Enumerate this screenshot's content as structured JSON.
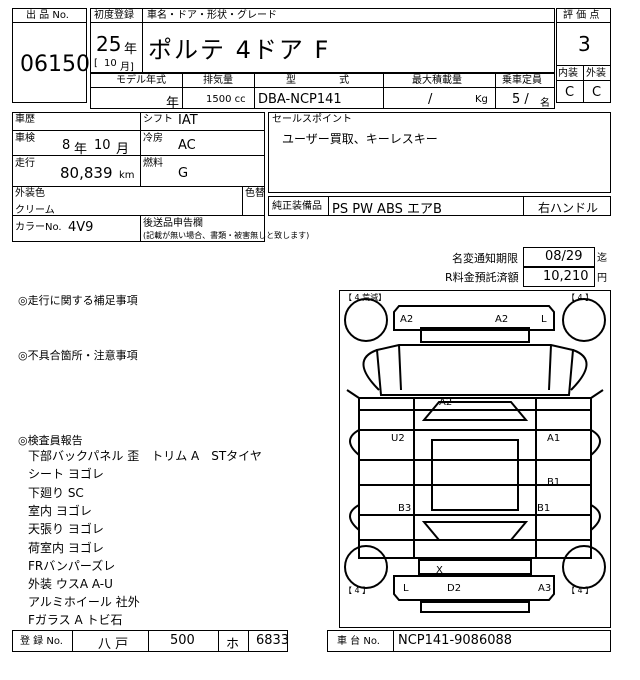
{
  "header": {
    "lot_no_label": "出 品 No.",
    "lot_no": "06150",
    "first_reg_label": "初度登録",
    "car_name_label": "車名・ドア・形状・グレード",
    "year_num": "25",
    "year_unit": "年",
    "month_open": "[",
    "month_num": "10",
    "month_unit": "月]",
    "car_name": "ポルテ 4ドア F",
    "score_label": "評 価 点",
    "score": "3",
    "interior_label": "内装",
    "exterior_label": "外装",
    "interior_grade": "C",
    "exterior_grade": "C"
  },
  "spec": {
    "model_year_label": "モデル年式",
    "displacement_label": "排気量",
    "model_label": "型 式",
    "max_load_label": "最大積載量",
    "capacity_label": "乗車定員",
    "model_year_unit": "年",
    "displacement": "1500 cc",
    "model_code": "DBA-NCP141",
    "max_load_slash": "/",
    "max_load_unit": "Kg",
    "capacity": "5 /",
    "capacity_unit": "名"
  },
  "details": {
    "history_label": "車歴",
    "shift_label": "シフト",
    "shift": "IAT",
    "inspection_label": "車検",
    "inspection_year": "8",
    "inspection_year_unit": "年",
    "inspection_month": "10",
    "inspection_month_unit": "月",
    "ac_label": "冷房",
    "ac": "AC",
    "mileage_label": "走行",
    "mileage": "80,839",
    "mileage_unit": "km",
    "fuel_label": "燃料",
    "fuel": "G",
    "exterior_color_label": "外装色",
    "exterior_color": "クリーム",
    "color_change_label": "色替",
    "color_no_label": "カラーNo.",
    "color_no": "4V9",
    "sales_point_label": "セールスポイント",
    "sales_point": "ユーザー買取、キーレスキー",
    "equipment_label": "純正装備品",
    "equipment": "PS PW ABS エアB",
    "handle": "右ハンドル",
    "postal_label": "後送品申告欄",
    "postal_note": "(記載が無い場合、書類・被害無しと致します)"
  },
  "fees": {
    "name_change_label": "名変通知期限",
    "name_change": "08/29",
    "name_change_unit": "迄",
    "recycle_label": "R料金預託済額",
    "recycle": "10,210",
    "recycle_unit": "円"
  },
  "notes": {
    "driving_label": "◎走行に関する補足事項",
    "defects_label": "◎不具合箇所・注意事項",
    "inspector_label": "◎検査員報告",
    "inspector_lines": [
      "下部バックパネル 歪　トリム A　STタイヤ",
      "シート ヨゴレ",
      "下廻り SC",
      "室内 ヨゴレ",
      "天張り ヨゴレ",
      "荷室内 ヨゴレ",
      "FRバンパーズレ",
      "外装 ウスA A-U",
      "アルミホイール 社外",
      "Fガラス A トビ石"
    ]
  },
  "diagram": {
    "tire_fl": "【 4 荒減】",
    "tire_fr": "【 4 】",
    "tire_rl": "【 4 】",
    "tire_rr": "【 4 】",
    "marks": [
      "A2",
      "A2",
      "L",
      "A2",
      "U2",
      "A1",
      "B1",
      "B3",
      "B1",
      "X",
      "L",
      "D2",
      "A3"
    ]
  },
  "footer": {
    "reg_no_label": "登 録 No.",
    "reg_region": "八 戸",
    "reg_class": "500",
    "reg_kana": "ホ",
    "reg_number": "6833",
    "chassis_label": "車 台 No.",
    "chassis_no": "NCP141-9086088"
  }
}
